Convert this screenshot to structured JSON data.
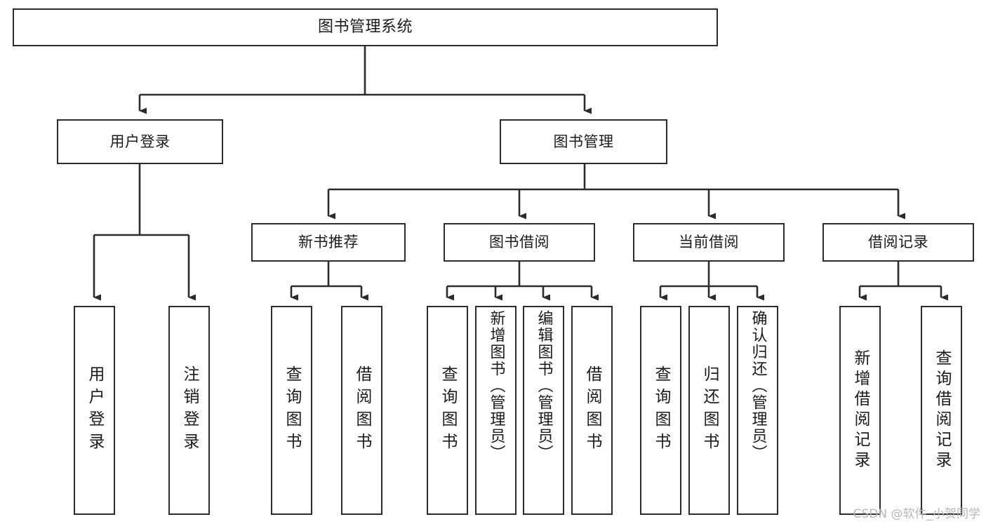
{
  "diagram": {
    "type": "tree",
    "title": "图书管理系统",
    "watermark": "CSDN @软件_小贺同学",
    "colors": {
      "background": "#ffffff",
      "stroke": "#2b2b2b",
      "text": "#1b1b1b",
      "watermark": "#b6b6b6"
    },
    "nodes": {
      "root": {
        "label": "图书管理系统"
      },
      "level2": [
        {
          "label": "用户登录"
        },
        {
          "label": "图书管理"
        }
      ],
      "level3": [
        {
          "label": "新书推荐"
        },
        {
          "label": "图书借阅"
        },
        {
          "label": "当前借阅"
        },
        {
          "label": "借阅记录"
        }
      ],
      "leaves": {
        "user_login": [
          {
            "label": "用户登录"
          },
          {
            "label": "注销登录"
          }
        ],
        "new_book_recommend": [
          {
            "label": "查询图书"
          },
          {
            "label": "借阅图书"
          }
        ],
        "book_borrow": [
          {
            "label": "查询图书"
          },
          {
            "label": "新增图书（管理员）"
          },
          {
            "label": "编辑图书（管理员）"
          },
          {
            "label": "借阅图书"
          }
        ],
        "current_borrow": [
          {
            "label": "查询图书"
          },
          {
            "label": "归还图书"
          },
          {
            "label": "确认归还（管理员）"
          }
        ],
        "borrow_record": [
          {
            "label": "新增借阅记录"
          },
          {
            "label": "查询借阅记录"
          }
        ]
      }
    }
  }
}
